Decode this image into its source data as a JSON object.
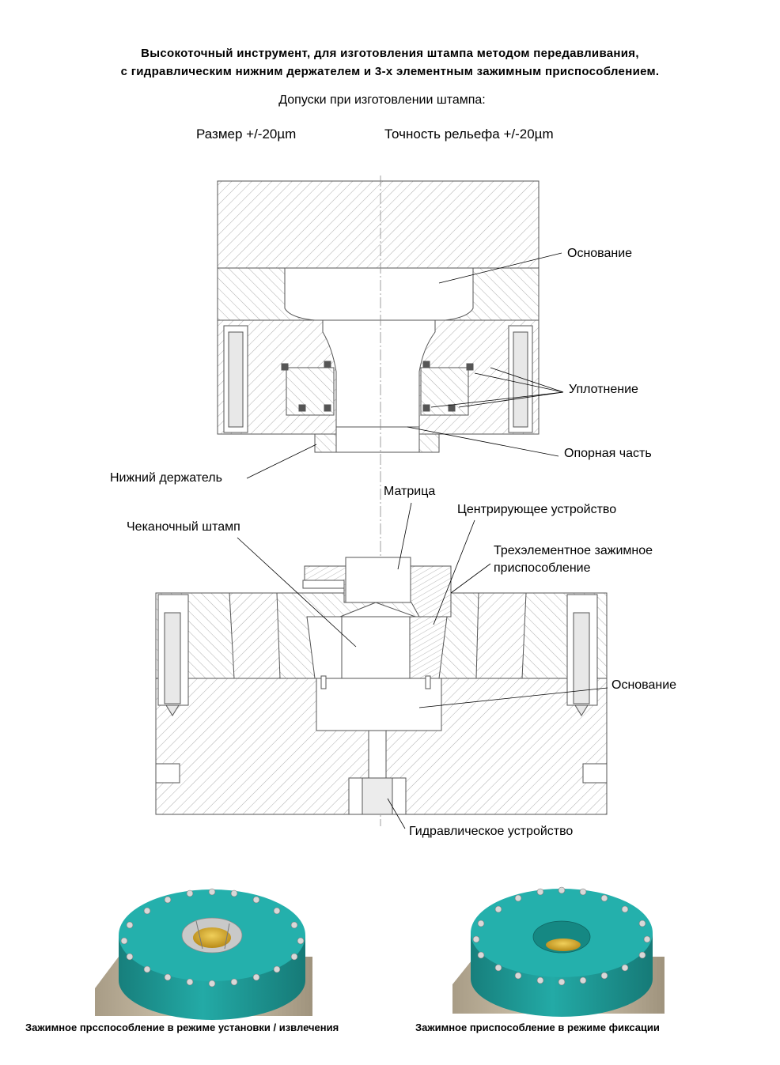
{
  "title": {
    "line1": "Высокоточный инструмент, для изготовления штампа методом передавливания,",
    "line2": "с гидравлическим нижним держателем и 3-х элементным зажимным приспособлением."
  },
  "tolerances": {
    "heading": "Допуски при изготовлении штампа:",
    "size": "Размер  +/-20µm",
    "relief": "Точность рельефа  +/-20µm"
  },
  "labels": {
    "base_top": "Основание",
    "seal": "Уплотнение",
    "support": "Опорная часть",
    "lower_holder": "Нижний держатель",
    "matrix": "Матрица",
    "centering": "Центрирующее устройство",
    "coining_die": "Чеканочный штамп",
    "clamp_3el_line1": "Трехэлементное зажимное",
    "clamp_3el_line2": "приспособление",
    "base_bottom": "Основание",
    "hydraulic": "Гидравлическое устройство"
  },
  "captions": {
    "left": "Зажимное прсспособление в режиме установки / извлечения",
    "right": "Зажимное приспособление в режиме фиксации"
  },
  "colors": {
    "teal": "#1fa3a0",
    "teal_dark": "#178682",
    "beige": "#cbbfaa",
    "gold": "#d4a628",
    "hatch": "#9a9a9a"
  }
}
